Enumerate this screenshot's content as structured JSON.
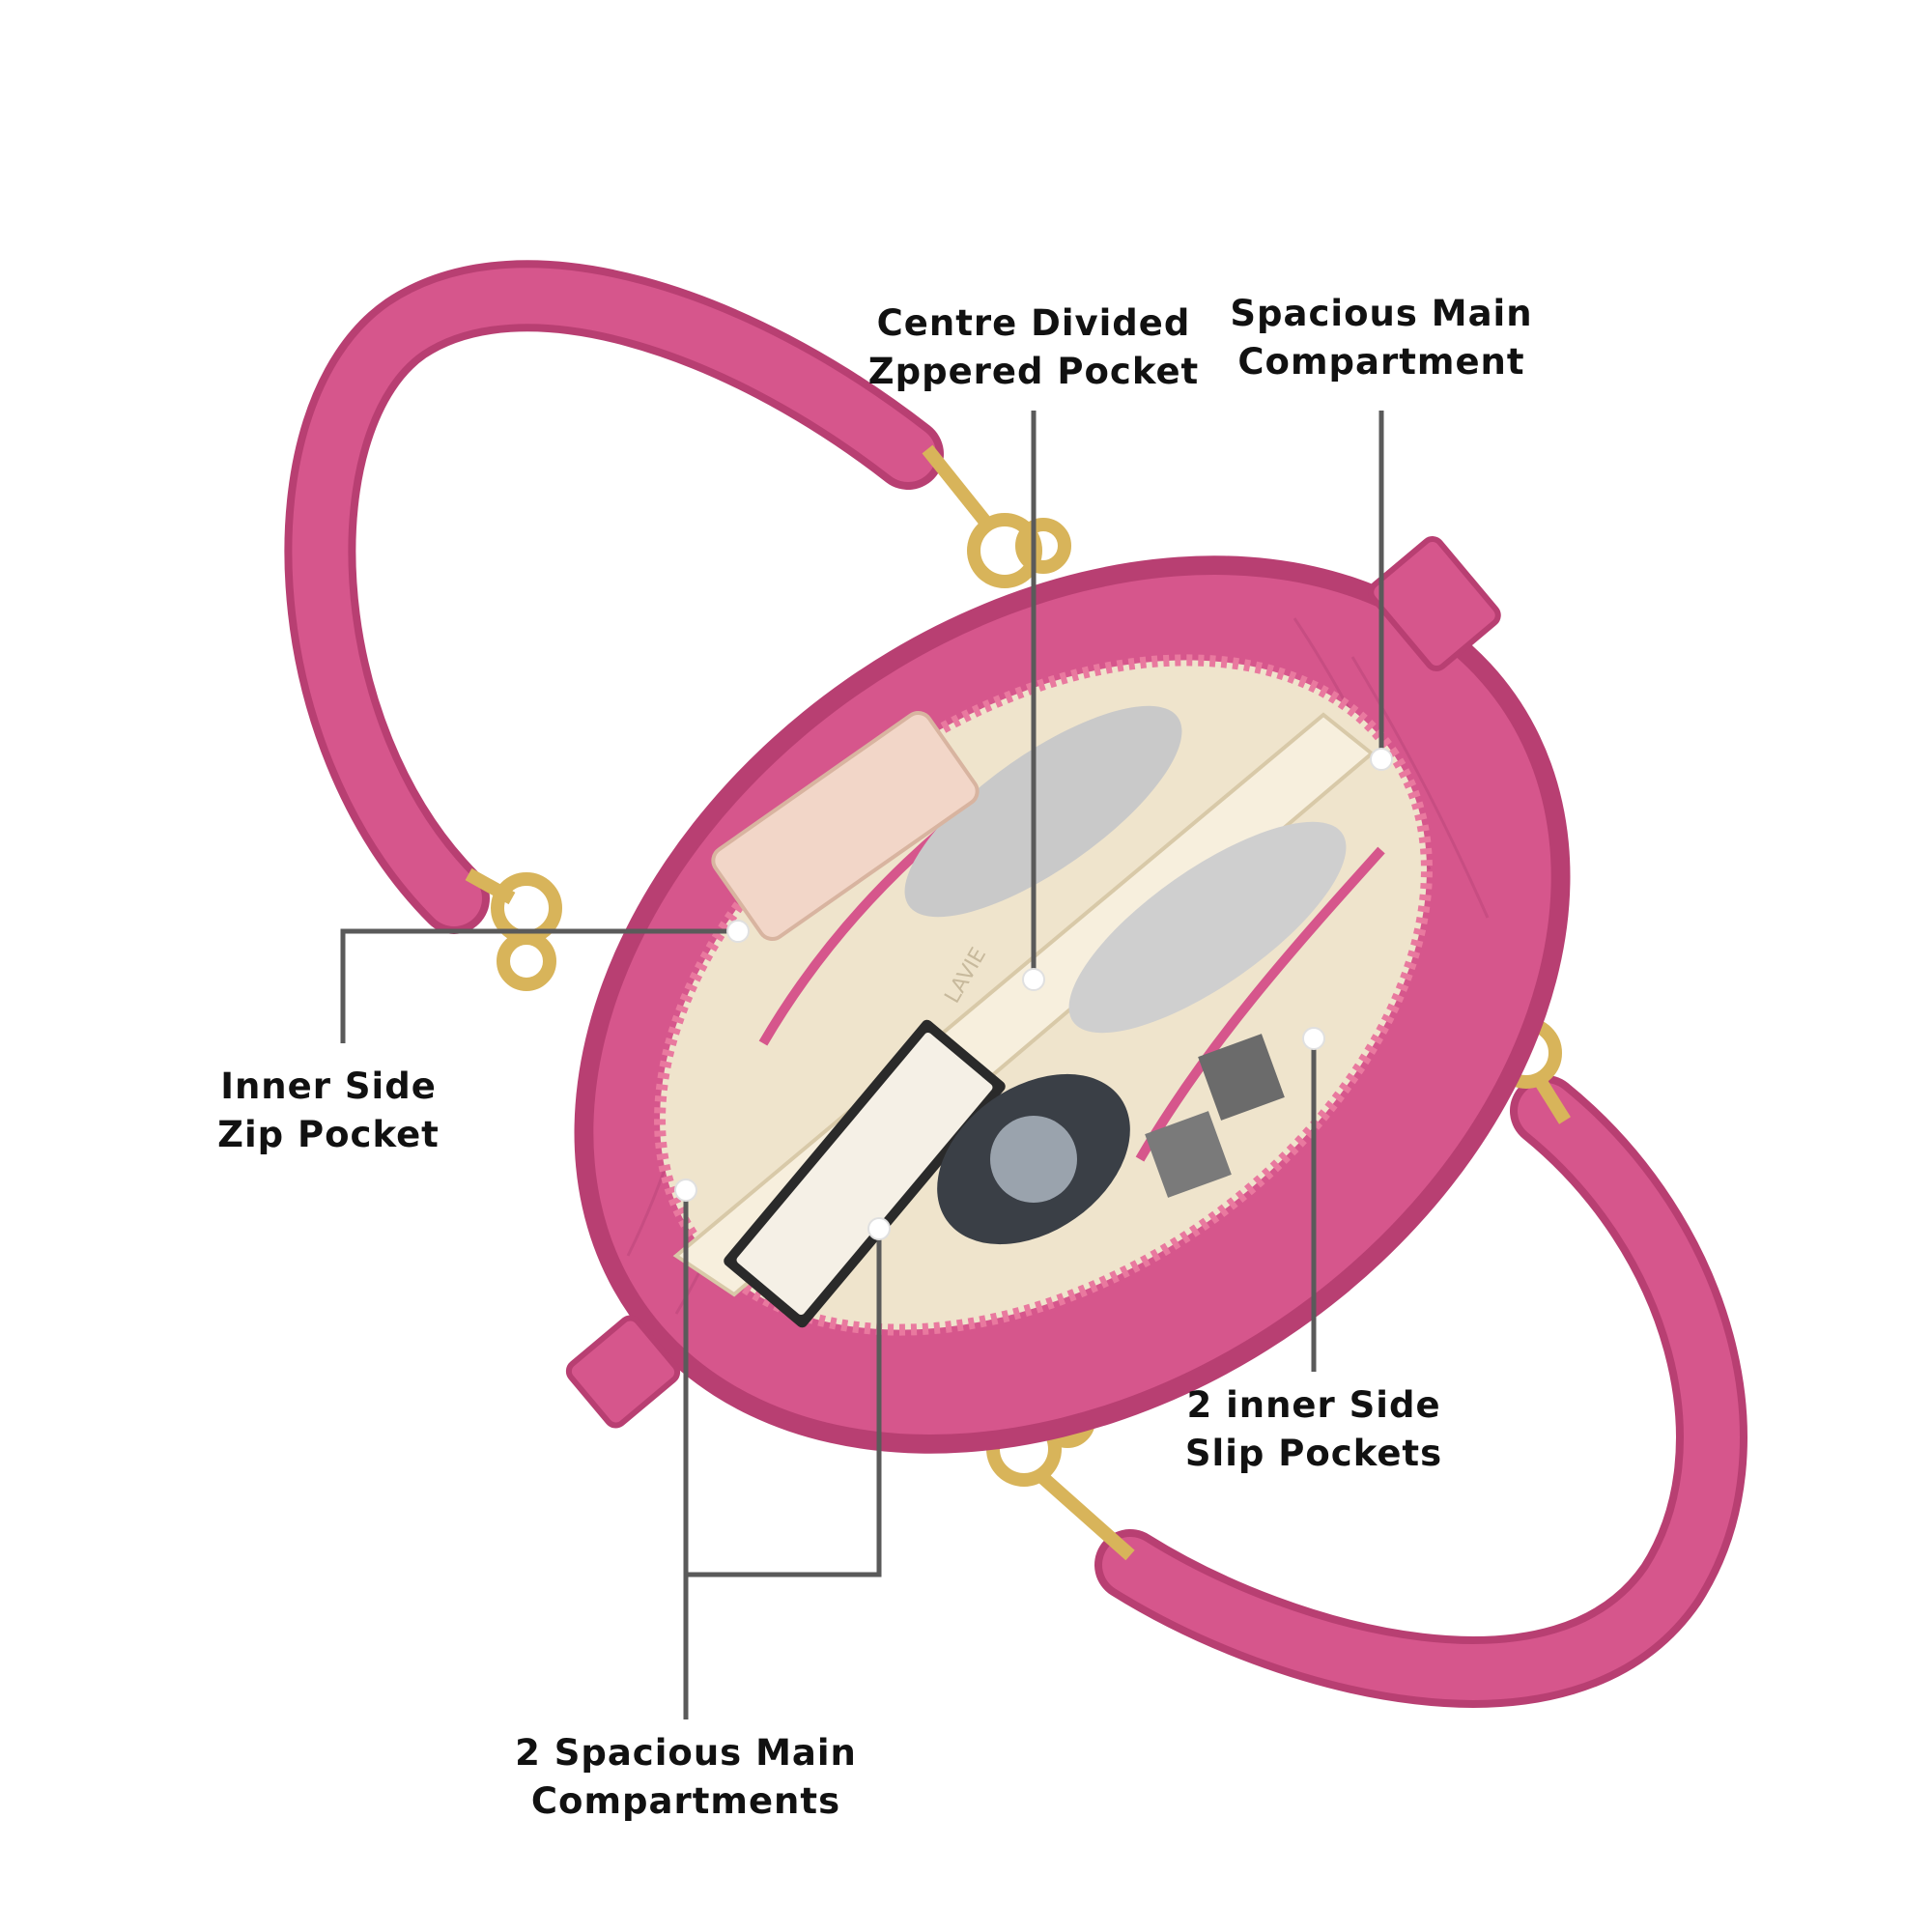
{
  "colors": {
    "leather": "#d6568c",
    "leather_dark": "#b83f72",
    "leather_light": "#e9799f",
    "lining": "#efe4cc",
    "lining_shadow": "#d8c9a8",
    "hardware_gold": "#d8b45a",
    "leader_line": "#5a5a5a",
    "label_text": "#111111",
    "background": "#ffffff"
  },
  "callouts": [
    {
      "id": "centre-divided",
      "lines": [
        "Centre Divided",
        "Zppered Pocket"
      ]
    },
    {
      "id": "spacious-main",
      "lines": [
        "Spacious Main",
        "Compartment"
      ]
    },
    {
      "id": "inner-side-zip",
      "lines": [
        "Inner Side",
        "Zip Pocket"
      ]
    },
    {
      "id": "two-inner-slip",
      "lines": [
        "2 inner Side",
        "Slip Pockets"
      ]
    },
    {
      "id": "two-spacious-main",
      "lines": [
        "2 Spacious Main",
        "Compartments"
      ]
    }
  ],
  "bag_logo_text": "LAVIE"
}
